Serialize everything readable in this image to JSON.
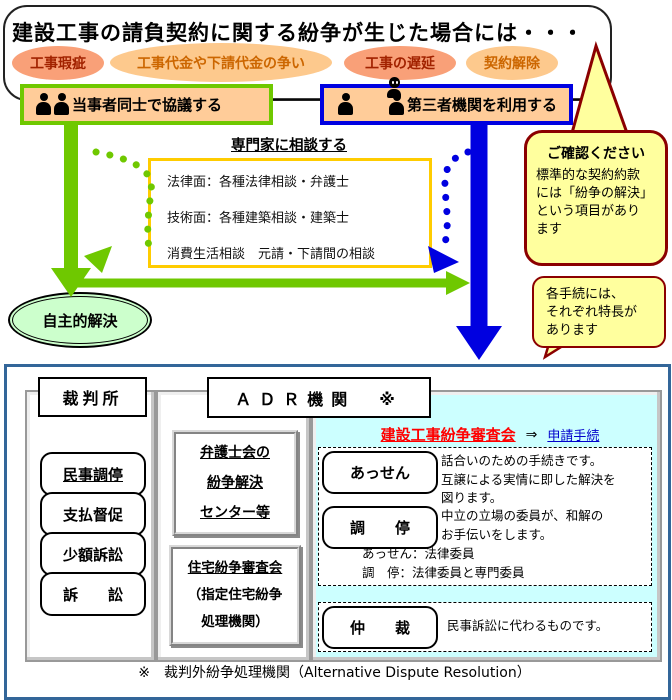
{
  "top": {
    "title": "建設工事の請負契約に関する紛争が生じた場合には・・・",
    "tags": [
      {
        "label": "工事瑕疵",
        "variant": "dark"
      },
      {
        "label": "工事代金や下請代金の争い",
        "variant": "light"
      },
      {
        "label": "工事の遅延",
        "variant": "dark"
      },
      {
        "label": "契約解除",
        "variant": "light"
      }
    ],
    "negotiate_label": "当事者同士で協議する",
    "third_party_label": "第三者機関を利用する",
    "expert": {
      "title": "専門家に相談する",
      "lines": [
        "法律面：各種法律相談・弁護士",
        "技術面：各種建築相談・建築士",
        "消費生活相談　元請・下請間の相談"
      ]
    },
    "callout_confirm": {
      "title": "ご確認ください",
      "body": "標準的な契約約款\nには「紛争の解決」\nという項目があり\nます"
    },
    "callout_feature": {
      "body": "各手続には、\nそれぞれ特長が\nあります"
    },
    "self_resolution": "自主的解決"
  },
  "bottom": {
    "court": {
      "header": "裁判所",
      "items": [
        "民事調停",
        "支払督促",
        "少額訴訟",
        "訴　　訟"
      ]
    },
    "adr_header": "ＡＤＲ機関　※",
    "middle_boxes": [
      {
        "line1": "弁護士会の",
        "line2": "紛争解決",
        "line3": "センター等"
      },
      {
        "line1": "住宅紛争審査会",
        "line2": "（指定住宅紛争",
        "line3": "処理機関）"
      }
    ],
    "shinsakai": {
      "title": "建設工事紛争審査会",
      "arrow": "⇒",
      "link": "申請手続"
    },
    "procedures": [
      {
        "name": "あっせん",
        "desc": "話合いのための手続きです。\n互譲による実情に即した解決を\n図ります。"
      },
      {
        "name": "調　　停",
        "desc": "中立の立場の委員が、和解の\nお手伝いをします。",
        "notes": "あっせん：法律委員\n調　停：法律委員と専門委員"
      },
      {
        "name": "仲　　裁",
        "desc": "民事訴訟に代わるものです。"
      }
    ],
    "footnote": "※　裁判外紛争処理機関（Alternative Dispute Resolution）"
  },
  "colors": {
    "accent_green": "#6fc800",
    "accent_blue": "#0000e0",
    "node_fill": "#ffcc99",
    "tag_dark_fill": "#f9a078",
    "tag_light_fill": "#fdc98d",
    "tag_dark_text": "#a22200",
    "tag_light_text": "#cc6600",
    "callout_fill": "#ffff9e",
    "callout_border": "#8b0000",
    "expert_border": "#ffcc00",
    "panel_cyan": "#ccffff",
    "resolution_fill": "#ccffcc",
    "bottom_border": "#336699",
    "shinsakai_red": "#ff0000",
    "link_blue": "#0000cc"
  }
}
